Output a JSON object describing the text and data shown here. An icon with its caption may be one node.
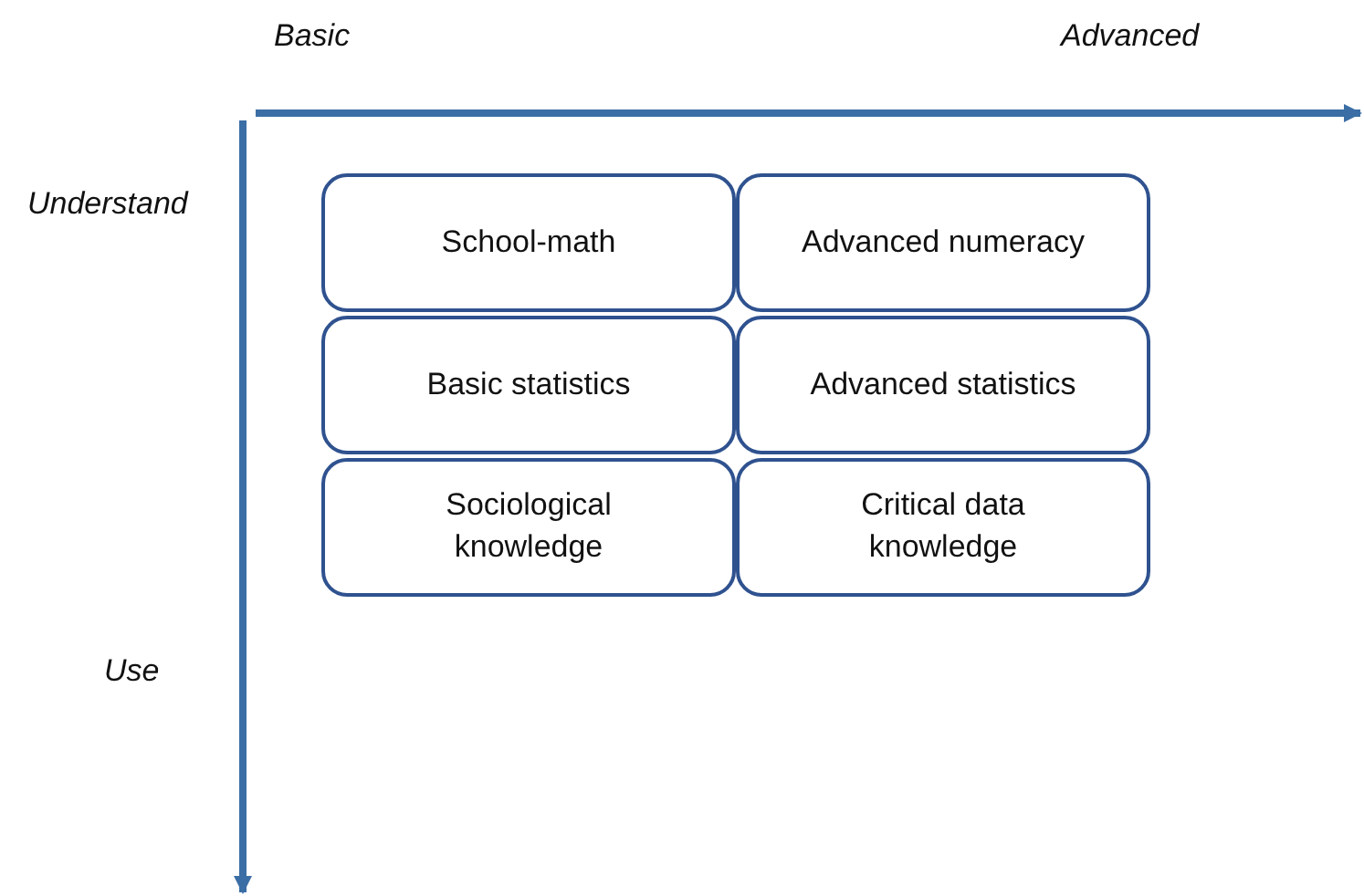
{
  "diagram": {
    "nodes": [
      {
        "text": [
          "School-math"
        ]
      },
      {
        "text": [
          "Advanced numeracy"
        ]
      },
      {
        "text": [
          "Basic statistics"
        ]
      },
      {
        "text": [
          "Advanced statistics"
        ]
      },
      {
        "text": [
          "Sociological knowledge"
        ]
      },
      {
        "text": [
          "Critical data knowledge"
        ]
      }
    ],
    "labels": [
      "Basic",
      "Advanced",
      "Understand",
      "Use"
    ]
  }
}
